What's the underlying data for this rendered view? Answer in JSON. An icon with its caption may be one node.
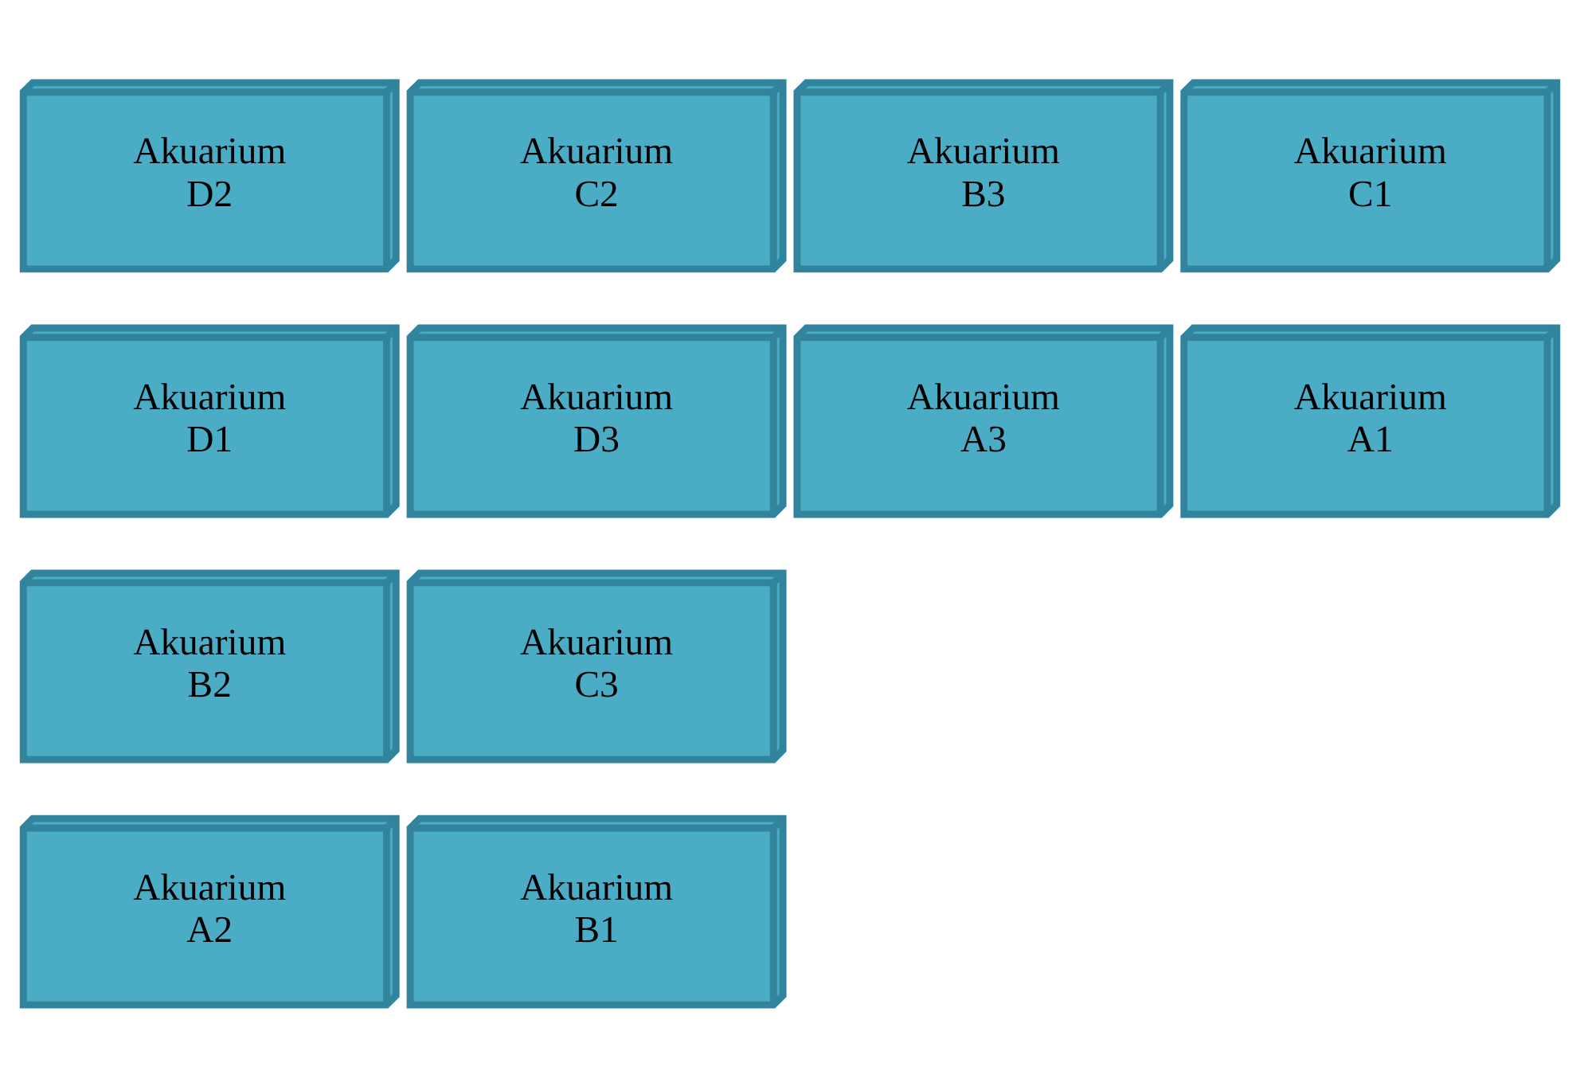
{
  "diagram": {
    "nodes": [
      {
        "text": [
          "Akuarium D2"
        ]
      },
      {
        "text": [
          "Akuarium C2"
        ]
      },
      {
        "text": [
          "Akuarium B3"
        ]
      },
      {
        "text": [
          "Akuarium C1"
        ]
      },
      {
        "text": [
          "Akuarium D1"
        ]
      },
      {
        "text": [
          "Akuarium D3"
        ]
      },
      {
        "text": [
          "Akuarium A3"
        ]
      },
      {
        "text": [
          "Akuarium A1"
        ]
      },
      {
        "text": [
          "Akuarium B2"
        ]
      },
      {
        "text": [
          "Akuarium C3"
        ]
      },
      {
        "text": [
          "Akuarium A2"
        ]
      },
      {
        "text": [
          "Akuarium B1"
        ]
      }
    ]
  }
}
